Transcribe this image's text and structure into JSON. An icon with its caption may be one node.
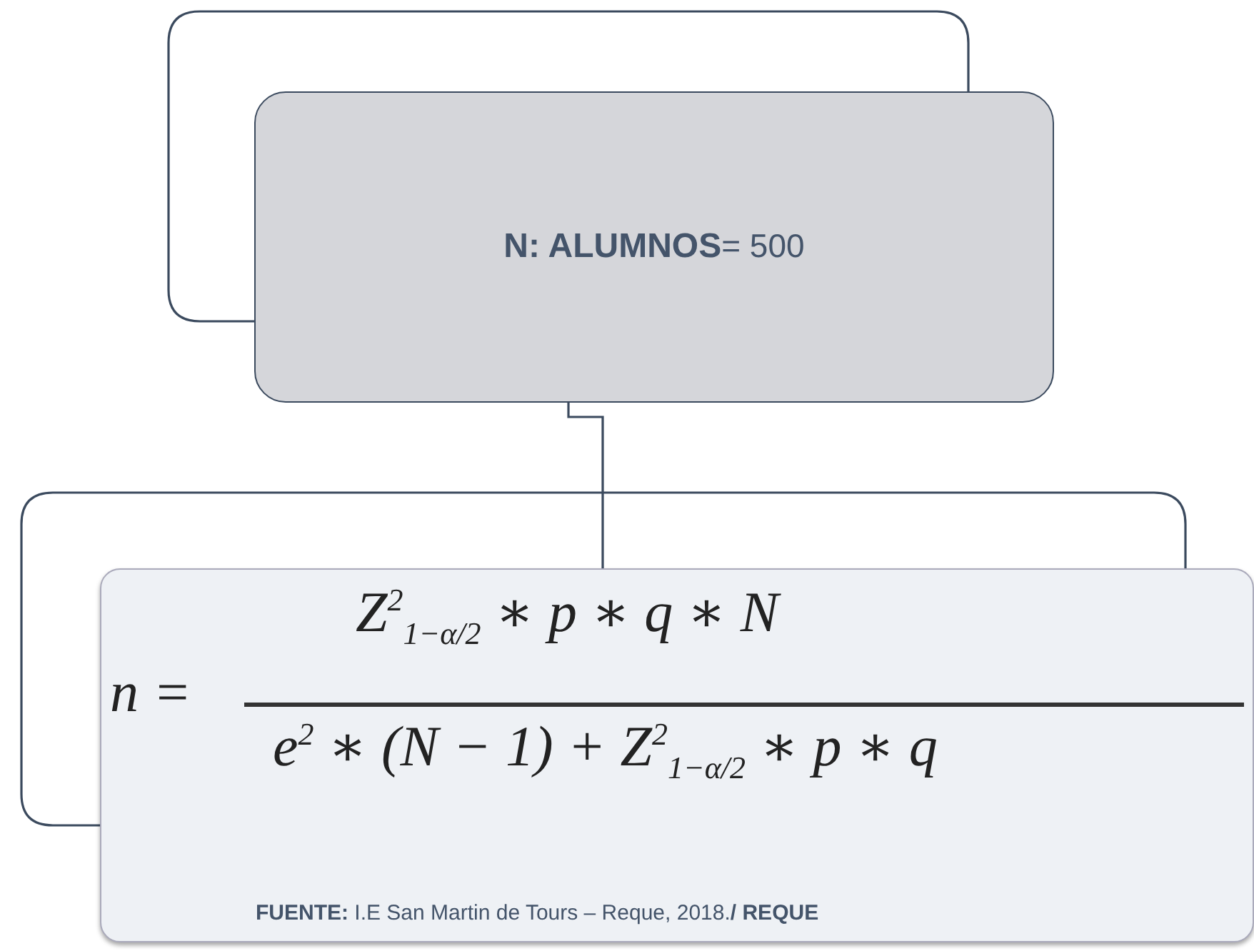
{
  "diagram": {
    "nodes": [
      {
        "text": [
          "**N: ALUMNOS**= 500"
        ]
      },
      {
        "text": [
          "n =",
          "Z$^{2}$$_{1−α/2}$ ∗ p ∗ q ∗ N",
          "e$^{2}$ ∗ (N − 1) + Z$^{2}$$_{1−α/2}$ ∗ p ∗ q",
          "**FUENTE:** I.E San Martin de Tours – Reque, 2018.**/ REQUE**"
        ]
      }
    ],
    "edges": [
      {
        "from": 0,
        "to": 1,
        "arrow": "none"
      }
    ]
  }
}
